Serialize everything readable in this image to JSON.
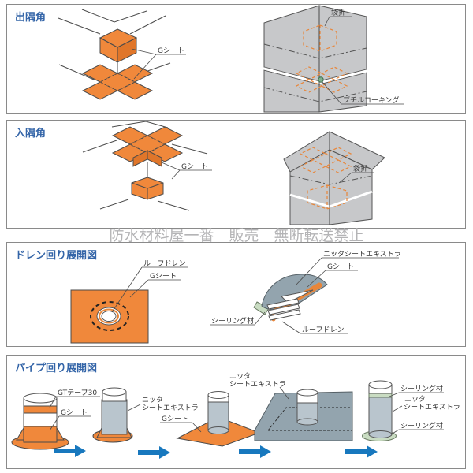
{
  "watermark": "防水材料屋一番　販売　無断転送禁止",
  "colors": {
    "accent_orange": "#f0883b",
    "sheet_gray": "#93a4ae",
    "wall_gray": "#c7c8ca",
    "arrow_blue": "#1878be",
    "title_blue": "#3465a8",
    "sealing_green": "#c9dcc2",
    "watermark_gray": "#b4b4b6"
  },
  "panels": {
    "p1": {
      "title": "出隅角",
      "g_sheet": "Gシート",
      "fukuroori": "袋折",
      "butyl": "ブチルコーキング"
    },
    "p2": {
      "title": "入隅角",
      "g_sheet": "Gシート",
      "fukuroori": "袋折"
    },
    "p3": {
      "title": "ドレン回り展開図",
      "roof_drain_left": "ルーフドレン",
      "g_sheet_left": "Gシート",
      "nitta": "ニッタシートエキストラ",
      "g_sheet_right": "Gシート",
      "sealing": "シーリング材",
      "roof_drain_right": "ルーフドレン"
    },
    "p4": {
      "title": "パイプ回り展開図",
      "gt_tape": "GTテープ30",
      "g_sheet_1": "Gシート",
      "nitta2_line1": "ニッタ",
      "nitta2_line2": "シートエキストラ",
      "g_sheet_3": "Gシート",
      "nitta4_line1": "ニッタ",
      "nitta4_line2": "シートエキストラ",
      "sealing_top": "シーリング材",
      "nitta5_line1": "ニッタ",
      "nitta5_line2": "シートエキストラ",
      "sealing_bottom": "シーリング材"
    }
  }
}
